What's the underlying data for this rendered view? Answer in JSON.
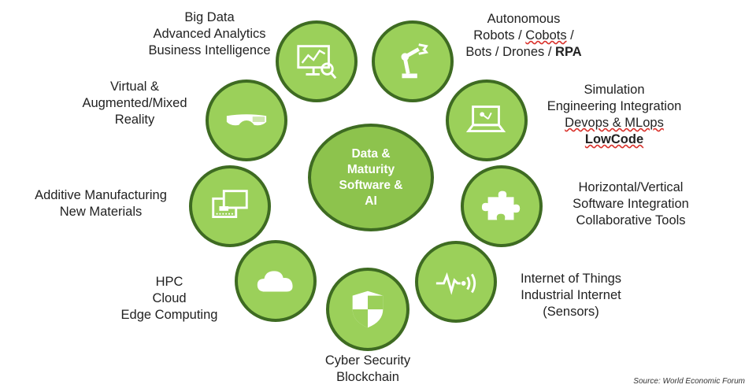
{
  "center": {
    "lines": [
      "Data &",
      "Maturity",
      "Software &",
      "AI"
    ]
  },
  "nodes": [
    {
      "icon": "analytics-monitor-icon",
      "lines": [
        "Big Data",
        "Advanced Analytics",
        "Business Intelligence"
      ]
    },
    {
      "icon": "robot-arm-icon",
      "lines_rich": [
        "Autonomous",
        "Robots / Cobots /",
        "Bots / Drones / RPA"
      ],
      "bold_word": "RPA",
      "underlined_word": "Cobots"
    },
    {
      "icon": "laptop-simulation-icon",
      "lines": [
        "Simulation",
        "Engineering Integration",
        "Devops & MLops",
        "LowCode"
      ]
    },
    {
      "icon": "puzzle-piece-icon",
      "lines": [
        "Horizontal/Vertical",
        "Software Integration",
        "Collaborative Tools"
      ]
    },
    {
      "icon": "iot-signal-icon",
      "lines": [
        "Internet of Things",
        "Industrial Internet",
        "(Sensors)"
      ]
    },
    {
      "icon": "shield-icon",
      "lines": [
        "Cyber Security",
        "Blockchain"
      ]
    },
    {
      "icon": "cloud-icon",
      "lines": [
        "HPC",
        "Cloud",
        "Edge Computing"
      ]
    },
    {
      "icon": "3d-printer-icon",
      "lines": [
        "Additive Manufacturing",
        "New Materials"
      ]
    },
    {
      "icon": "vr-headset-icon",
      "lines": [
        "Virtual &",
        "Augmented/Mixed",
        "Reality"
      ]
    }
  ],
  "source": "Source: World Economic Forum",
  "colors": {
    "node_fill": "#9bd05a",
    "node_border": "#3e6b22",
    "center_fill": "#8dc34d"
  }
}
